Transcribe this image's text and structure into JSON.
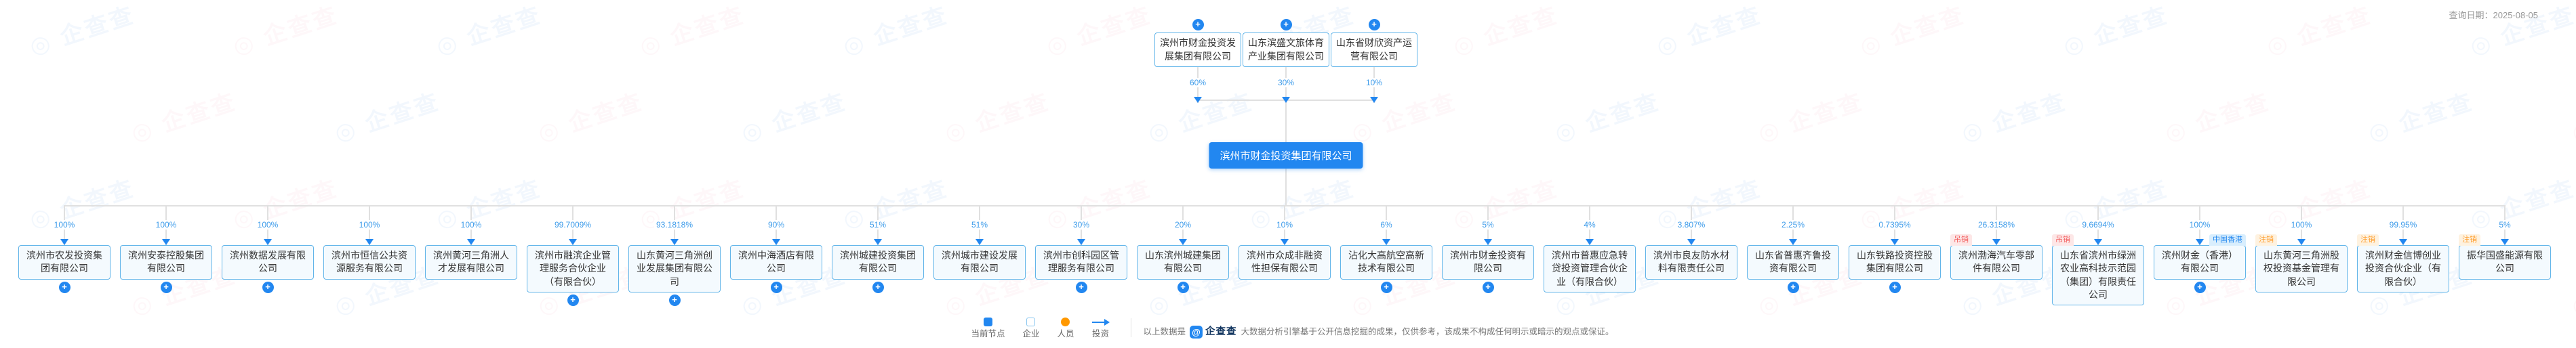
{
  "header": {
    "query_date": "查询日期：2025-08-05"
  },
  "root": {
    "name": "滨州市财金投资集团有限公司"
  },
  "shareholders": [
    {
      "name": "滨州市财金投资发展集团有限公司",
      "pct": "60%",
      "expandable": true
    },
    {
      "name": "山东滨盛文旅体育产业集团有限公司",
      "pct": "30%",
      "expandable": true
    },
    {
      "name": "山东省财欣资产运营有限公司",
      "pct": "10%",
      "expandable": true
    }
  ],
  "subsidiaries": [
    {
      "name": "滨州市农发投资集团有限公司",
      "pct": "100%",
      "expandable": true
    },
    {
      "name": "滨州安泰控股集团有限公司",
      "pct": "100%",
      "expandable": true
    },
    {
      "name": "滨州数据发展有限公司",
      "pct": "100%",
      "expandable": true
    },
    {
      "name": "滨州市恒信公共资源服务有限公司",
      "pct": "100%",
      "expandable": false
    },
    {
      "name": "滨州黄河三角洲人才发展有限公司",
      "pct": "100%",
      "expandable": false
    },
    {
      "name": "滨州市融滨企业管理服务合伙企业（有限合伙）",
      "pct": "99.7009%",
      "expandable": true
    },
    {
      "name": "山东黄河三角洲创业发展集团有限公司",
      "pct": "93.1818%",
      "expandable": true
    },
    {
      "name": "滨州中海酒店有限公司",
      "pct": "90%",
      "expandable": true
    },
    {
      "name": "滨州城建投资集团有限公司",
      "pct": "51%",
      "expandable": true
    },
    {
      "name": "滨州城市建设发展有限公司",
      "pct": "51%",
      "expandable": false
    },
    {
      "name": "滨州市创科园区管理服务有限公司",
      "pct": "30%",
      "expandable": true
    },
    {
      "name": "山东滨州城建集团有限公司",
      "pct": "20%",
      "expandable": true
    },
    {
      "name": "滨州市众成非融资性担保有限公司",
      "pct": "10%",
      "expandable": false
    },
    {
      "name": "沾化大高航空高新技术有限公司",
      "pct": "6%",
      "expandable": true
    },
    {
      "name": "滨州市财金投资有限公司",
      "pct": "5%",
      "expandable": true
    },
    {
      "name": "滨州市普惠应急转贷投资管理合伙企业（有限合伙）",
      "pct": "4%",
      "expandable": false
    },
    {
      "name": "滨州市良友防水材料有限责任公司",
      "pct": "3.807%",
      "expandable": false
    },
    {
      "name": "山东省普惠齐鲁投资有限公司",
      "pct": "2.25%",
      "expandable": true
    },
    {
      "name": "山东铁路投资控股集团有限公司",
      "pct": "0.7395%",
      "expandable": true
    },
    {
      "name": "滨州渤海汽车零部件有限公司",
      "pct": "26.3158%",
      "expandable": false,
      "tag": {
        "label": "吊销",
        "type": "revoked"
      }
    },
    {
      "name": "山东省滨州市绿洲农业高科技示范园（集团）有限责任公司",
      "pct": "9.6694%",
      "expandable": false,
      "tag": {
        "label": "吊销",
        "type": "revoked"
      }
    },
    {
      "name": "滨州财金（香港）有限公司",
      "pct": "100%",
      "expandable": true,
      "tag": {
        "label": "中国香港",
        "type": "region"
      }
    },
    {
      "name": "山东黄河三角洲股权投资基金管理有限公司",
      "pct": "100%",
      "expandable": false,
      "tag": {
        "label": "注销",
        "type": "cancelled"
      }
    },
    {
      "name": "滨州财金信博创业投资合伙企业（有限合伙）",
      "pct": "99.95%",
      "expandable": false,
      "tag": {
        "label": "注销",
        "type": "cancelled"
      }
    },
    {
      "name": "振华国盛能源有限公司",
      "pct": "5%",
      "expandable": false,
      "tag": {
        "label": "注销",
        "type": "cancelled"
      }
    }
  ],
  "legend": {
    "items": [
      {
        "label": "当前节点",
        "type": "current"
      },
      {
        "label": "企业",
        "type": "company"
      },
      {
        "label": "人员",
        "type": "person"
      },
      {
        "label": "投资",
        "type": "invest"
      }
    ],
    "prefix": "以上数据是",
    "brand": "企查查",
    "disclaimer": "大数据分析引擎基于公开信息挖掘的成果，仅供参考，该成果不构成任何明示或暗示的观点或保证。"
  },
  "colors": {
    "accent": "#2287F0",
    "percent_text": "#3E9CEA",
    "node_border": "#62B5E9",
    "node_bg": "#F4FAFE",
    "line": "#E0E0E0",
    "revoked": "#F25D5D",
    "cancelled": "#FF9D2B",
    "region": "#2287F0"
  }
}
